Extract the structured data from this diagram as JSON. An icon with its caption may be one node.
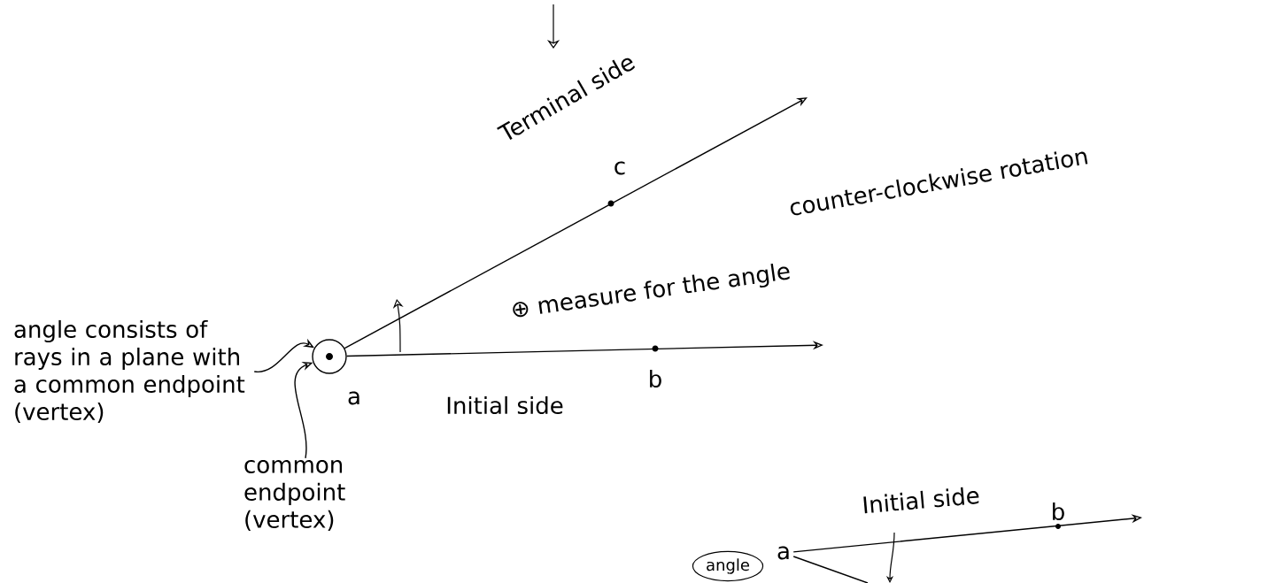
{
  "diagram": {
    "nodes": [
      {
        "text": [],
        "shape": "circle",
        "beside": [
          "a"
        ]
      },
      {
        "text": [
          "angle consists of rays in a plane with a common endpoint (vertex)"
        ]
      },
      {
        "text": [
          "common endpoint (vertex)"
        ]
      },
      {
        "text": [
          "angle"
        ]
      },
      {
        "text": [
          "a"
        ]
      }
    ],
    "edges": [
      {
        "from": 1,
        "to": 0,
        "arrow": "to"
      },
      {
        "from": 2,
        "to": 0,
        "arrow": "to"
      },
      {
        "from": 0,
        "to": null,
        "arrow": "to",
        "label": "Terminal side"
      },
      {
        "from": 0,
        "to": null,
        "arrow": "to",
        "label": "Initial side"
      },
      {
        "from": 4,
        "to": null,
        "arrow": "to",
        "label": "Initial side"
      },
      {
        "from": 4,
        "to": null,
        "arrow": "none"
      }
    ],
    "labels": [
      "c",
      "counter-clockwise rotation",
      "⊕ measure for the angle",
      "b",
      "b"
    ]
  }
}
